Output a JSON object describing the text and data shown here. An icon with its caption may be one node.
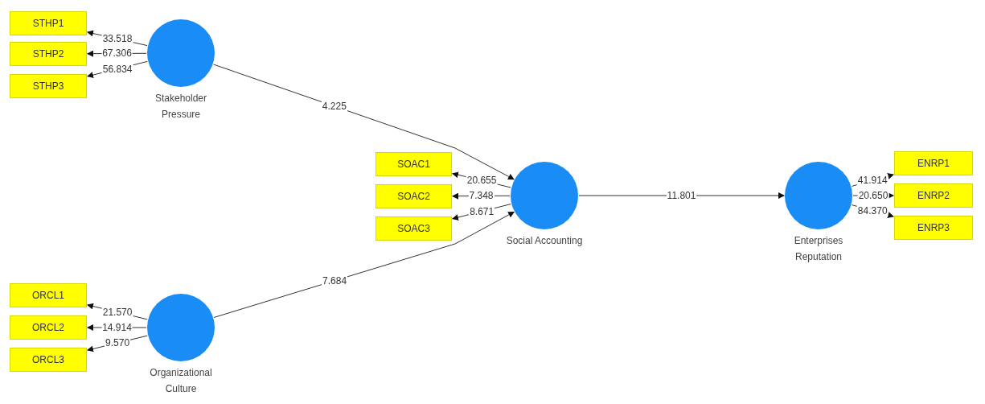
{
  "diagram": {
    "nodes": [
      {
        "text": [],
        "shape": "circle",
        "beside": [
          "Stakeholder Pressure"
        ]
      },
      {
        "text": [
          "STHP1"
        ]
      },
      {
        "text": [
          "STHP2"
        ]
      },
      {
        "text": [
          "STHP3"
        ]
      },
      {
        "text": [
          "SOAC1"
        ]
      },
      {
        "text": [
          "SOAC2"
        ]
      },
      {
        "text": [
          "SOAC3"
        ]
      },
      {
        "text": [],
        "shape": "circle",
        "beside": [
          "Social Accounting"
        ]
      },
      {
        "text": [],
        "shape": "circle",
        "beside": [
          "Enterprises Reputation"
        ]
      },
      {
        "text": [
          "ENRP1"
        ]
      },
      {
        "text": [
          "ENRP2"
        ]
      },
      {
        "text": [
          "ENRP3"
        ]
      },
      {
        "text": [
          "ORCL1"
        ]
      },
      {
        "text": [
          "ORCL2"
        ]
      },
      {
        "text": [
          "ORCL3"
        ]
      },
      {
        "text": [],
        "shape": "circle",
        "beside": [
          "Organizational Culture"
        ]
      }
    ],
    "edges": [
      {
        "from": 0,
        "to": 7,
        "arrow": "to",
        "label": "4.225"
      },
      {
        "from": 15,
        "to": 7,
        "arrow": "to",
        "label": "7.684"
      },
      {
        "from": 7,
        "to": 8,
        "arrow": "to",
        "label": "11.801"
      },
      {
        "from": 0,
        "to": 1,
        "arrow": "to",
        "label": "33.518"
      },
      {
        "from": 0,
        "to": 2,
        "arrow": "to",
        "label": "67.306"
      },
      {
        "from": 0,
        "to": 3,
        "arrow": "to",
        "label": "56.834"
      },
      {
        "from": 7,
        "to": 4,
        "arrow": "to",
        "label": "20.655"
      },
      {
        "from": 7,
        "to": 5,
        "arrow": "to",
        "label": "7.348"
      },
      {
        "from": 7,
        "to": 6,
        "arrow": "to",
        "label": "8.671"
      },
      {
        "from": 8,
        "to": 9,
        "arrow": "to",
        "label": "41.914"
      },
      {
        "from": 8,
        "to": 10,
        "arrow": "to",
        "label": "20.650"
      },
      {
        "from": 8,
        "to": 11,
        "arrow": "to",
        "label": "84.370"
      },
      {
        "from": 15,
        "to": 12,
        "arrow": "to",
        "label": "21.570"
      },
      {
        "from": 15,
        "to": 13,
        "arrow": "to",
        "label": "14.914"
      },
      {
        "from": 15,
        "to": 14,
        "arrow": "to",
        "label": "9.570"
      }
    ]
  }
}
